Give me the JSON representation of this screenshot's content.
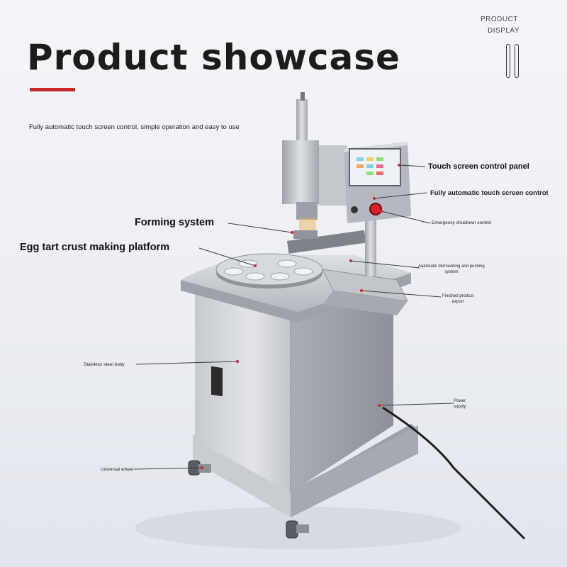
{
  "header": {
    "title": "Product showcase",
    "display_line1": "PRODUCT",
    "display_line2": "DISPLAY",
    "subtitle": "Fully automatic touch screen control, simple operation and easy to use"
  },
  "callouts": {
    "touch_panel": "Touch screen control panel",
    "auto_touch": "Fully automatic touch screen control",
    "forming": "Forming system",
    "platform": "Egg tart crust making platform",
    "emergency": "Emergency shutdown control",
    "demoulding_1": "Automatic demoulding and pushing",
    "demoulding_2": "system",
    "finished_1": "Finished product",
    "finished_2": "export",
    "body": "Stainless steel body",
    "power_1": "Power",
    "power_2": "supply",
    "wheel": "Universal wheel"
  },
  "colors": {
    "accent": "#c8282e",
    "steel": "#b9bcc2",
    "emergency_button": "#d8232a"
  }
}
